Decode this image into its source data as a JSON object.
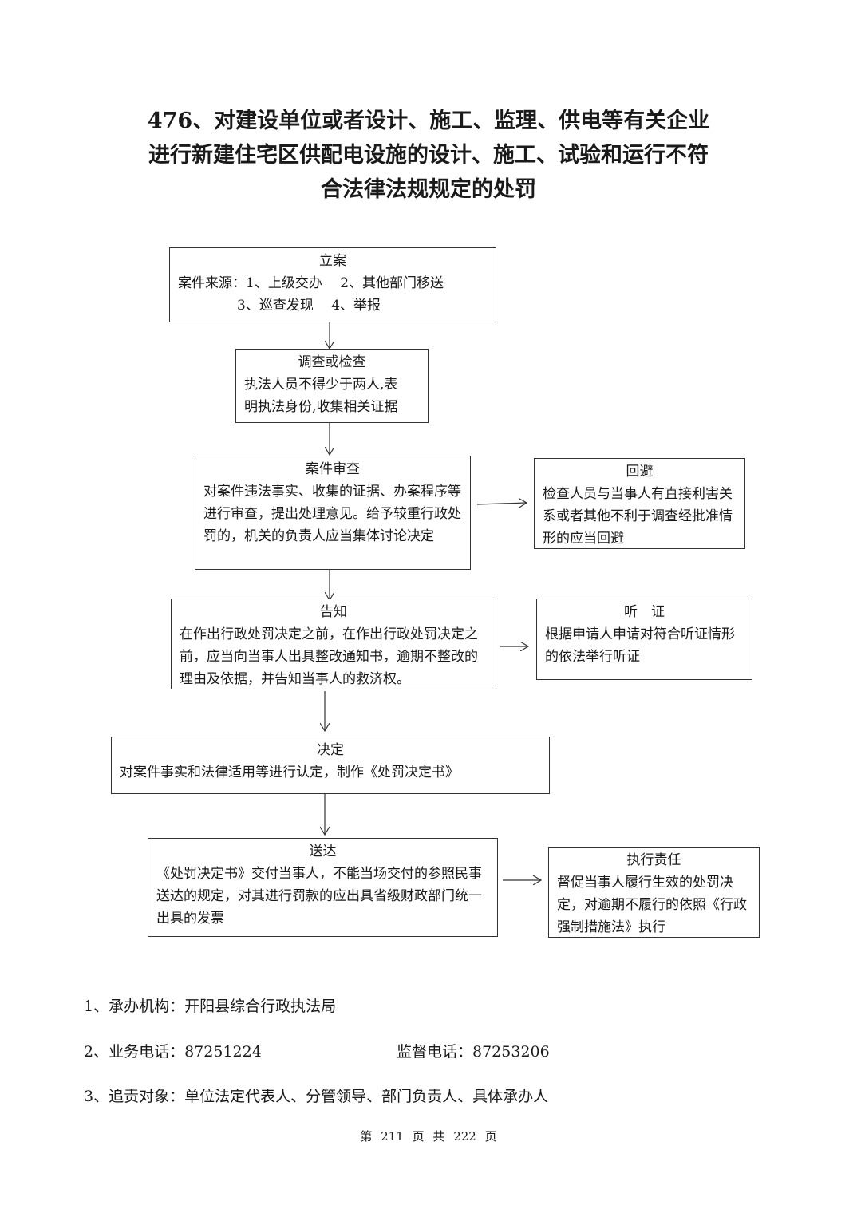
{
  "title": {
    "line1": "476、对建设单位或者设计、施工、监理、供电等有关企业",
    "line2": "进行新建住宅区供配电设施的设计、施工、试验和运行不符",
    "line3": "合法律法规规定的处罚"
  },
  "flow": {
    "filing": {
      "heading": "立案",
      "line1": "案件来源：1、上级交办　 2、其他部门移送",
      "line2": "3、巡查发现　 4、举报"
    },
    "investigation": {
      "heading": "调查或检查",
      "line1": "执法人员不得少于两人,表",
      "line2": "明执法身份,收集相关证据"
    },
    "review": {
      "heading": "案件审查",
      "body": "对案件违法事实、收集的证据、办案程序等进行审查，提出处理意见。给予较重行政处罚的，机关的负责人应当集体讨论决定"
    },
    "recusal": {
      "heading": "回避",
      "body": "检查人员与当事人有直接利害关系或者其他不利于调查经批准情形的应当回避"
    },
    "notice": {
      "heading": "告知",
      "body": "在作出行政处罚决定之前，在作出行政处罚决定之前，应当向当事人出具整改通知书，逾期不整改的理由及依据，并告知当事人的救济权。"
    },
    "hearing": {
      "heading": "听　证",
      "body": "根据申请人申请对符合听证情形的依法举行听证"
    },
    "decision": {
      "heading": "决定",
      "body": "对案件事实和法律适用等进行认定，制作《处罚决定书》"
    },
    "delivery": {
      "heading": "送达",
      "body": "《处罚决定书》交付当事人，不能当场交付的参照民事送达的规定，对其进行罚款的应出具省级财政部门统一出具的发票"
    },
    "enforcement": {
      "heading": "执行责任",
      "body": "督促当事人履行生效的处罚决定，对逾期不履行的依照《行政强制措施法》执行"
    }
  },
  "info": {
    "org": "1、承办机构：开阳县综合行政执法局",
    "phone": "2、业务电话：87251224",
    "supervision": "监督电话：87253206",
    "accountability": "3、追责对象：单位法定代表人、分管领导、部门负责人、具体承办人"
  },
  "footer": {
    "prefix": "第",
    "page": "211",
    "mid1": "页",
    "mid2": "共",
    "total": "222",
    "suffix": "页"
  }
}
